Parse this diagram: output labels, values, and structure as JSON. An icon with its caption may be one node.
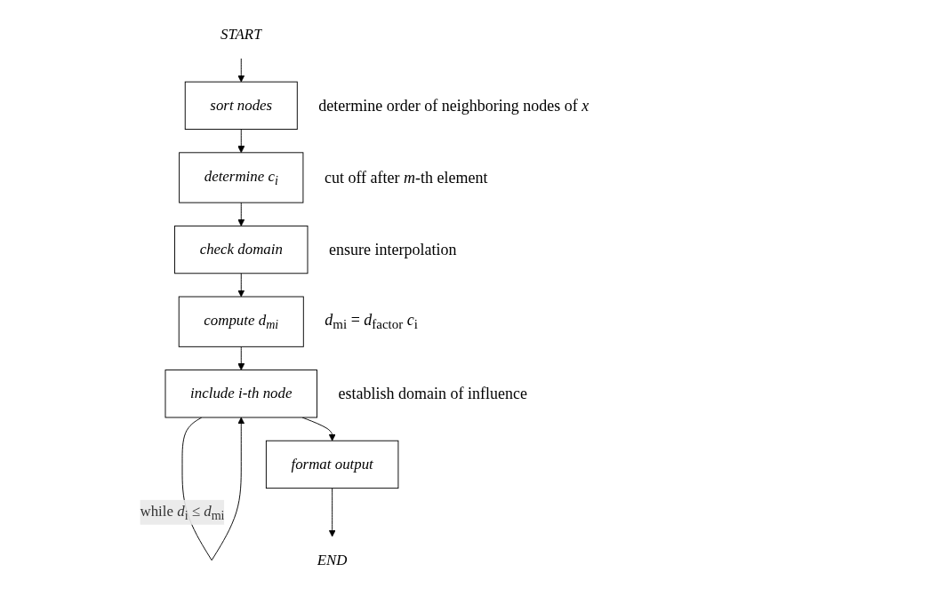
{
  "diagram": {
    "nodes": [
      {
        "text": [
          "*START*"
        ]
      },
      {
        "text": [
          "sort nodes"
        ],
        "beside": [
          "determine order of neighboring nodes of *x*"
        ]
      },
      {
        "text": [
          "determine *c*$_{i}$"
        ],
        "beside": [
          "cut off after *m*-th element"
        ]
      },
      {
        "text": [
          "check domain"
        ],
        "beside": [
          "ensure interpolation"
        ]
      },
      {
        "text": [
          "compute *d*$_{mi}$"
        ],
        "beside": [
          "*d*$_{mi}$ = *d*$_{factor}$ *c*$_{i}$"
        ]
      },
      {
        "text": [
          "include *i*-th node"
        ],
        "beside": [
          "establish domain of influence"
        ]
      },
      {
        "text": [
          "format output"
        ]
      },
      {
        "text": [
          "*END*"
        ]
      }
    ],
    "edges": [
      {
        "from": 0,
        "to": 1,
        "arrow": "to"
      },
      {
        "from": 1,
        "to": 2,
        "arrow": "to"
      },
      {
        "from": 2,
        "to": 3,
        "arrow": "to"
      },
      {
        "from": 3,
        "to": 4,
        "arrow": "to"
      },
      {
        "from": 4,
        "to": 5,
        "arrow": "to"
      },
      {
        "from": 5,
        "to": 5,
        "arrow": "to",
        "label": "while *d*$_{i}$ ≤ *d*$_{mi}$"
      },
      {
        "from": 5,
        "to": 6,
        "arrow": "to"
      },
      {
        "from": 6,
        "to": 7,
        "arrow": "to"
      }
    ]
  }
}
